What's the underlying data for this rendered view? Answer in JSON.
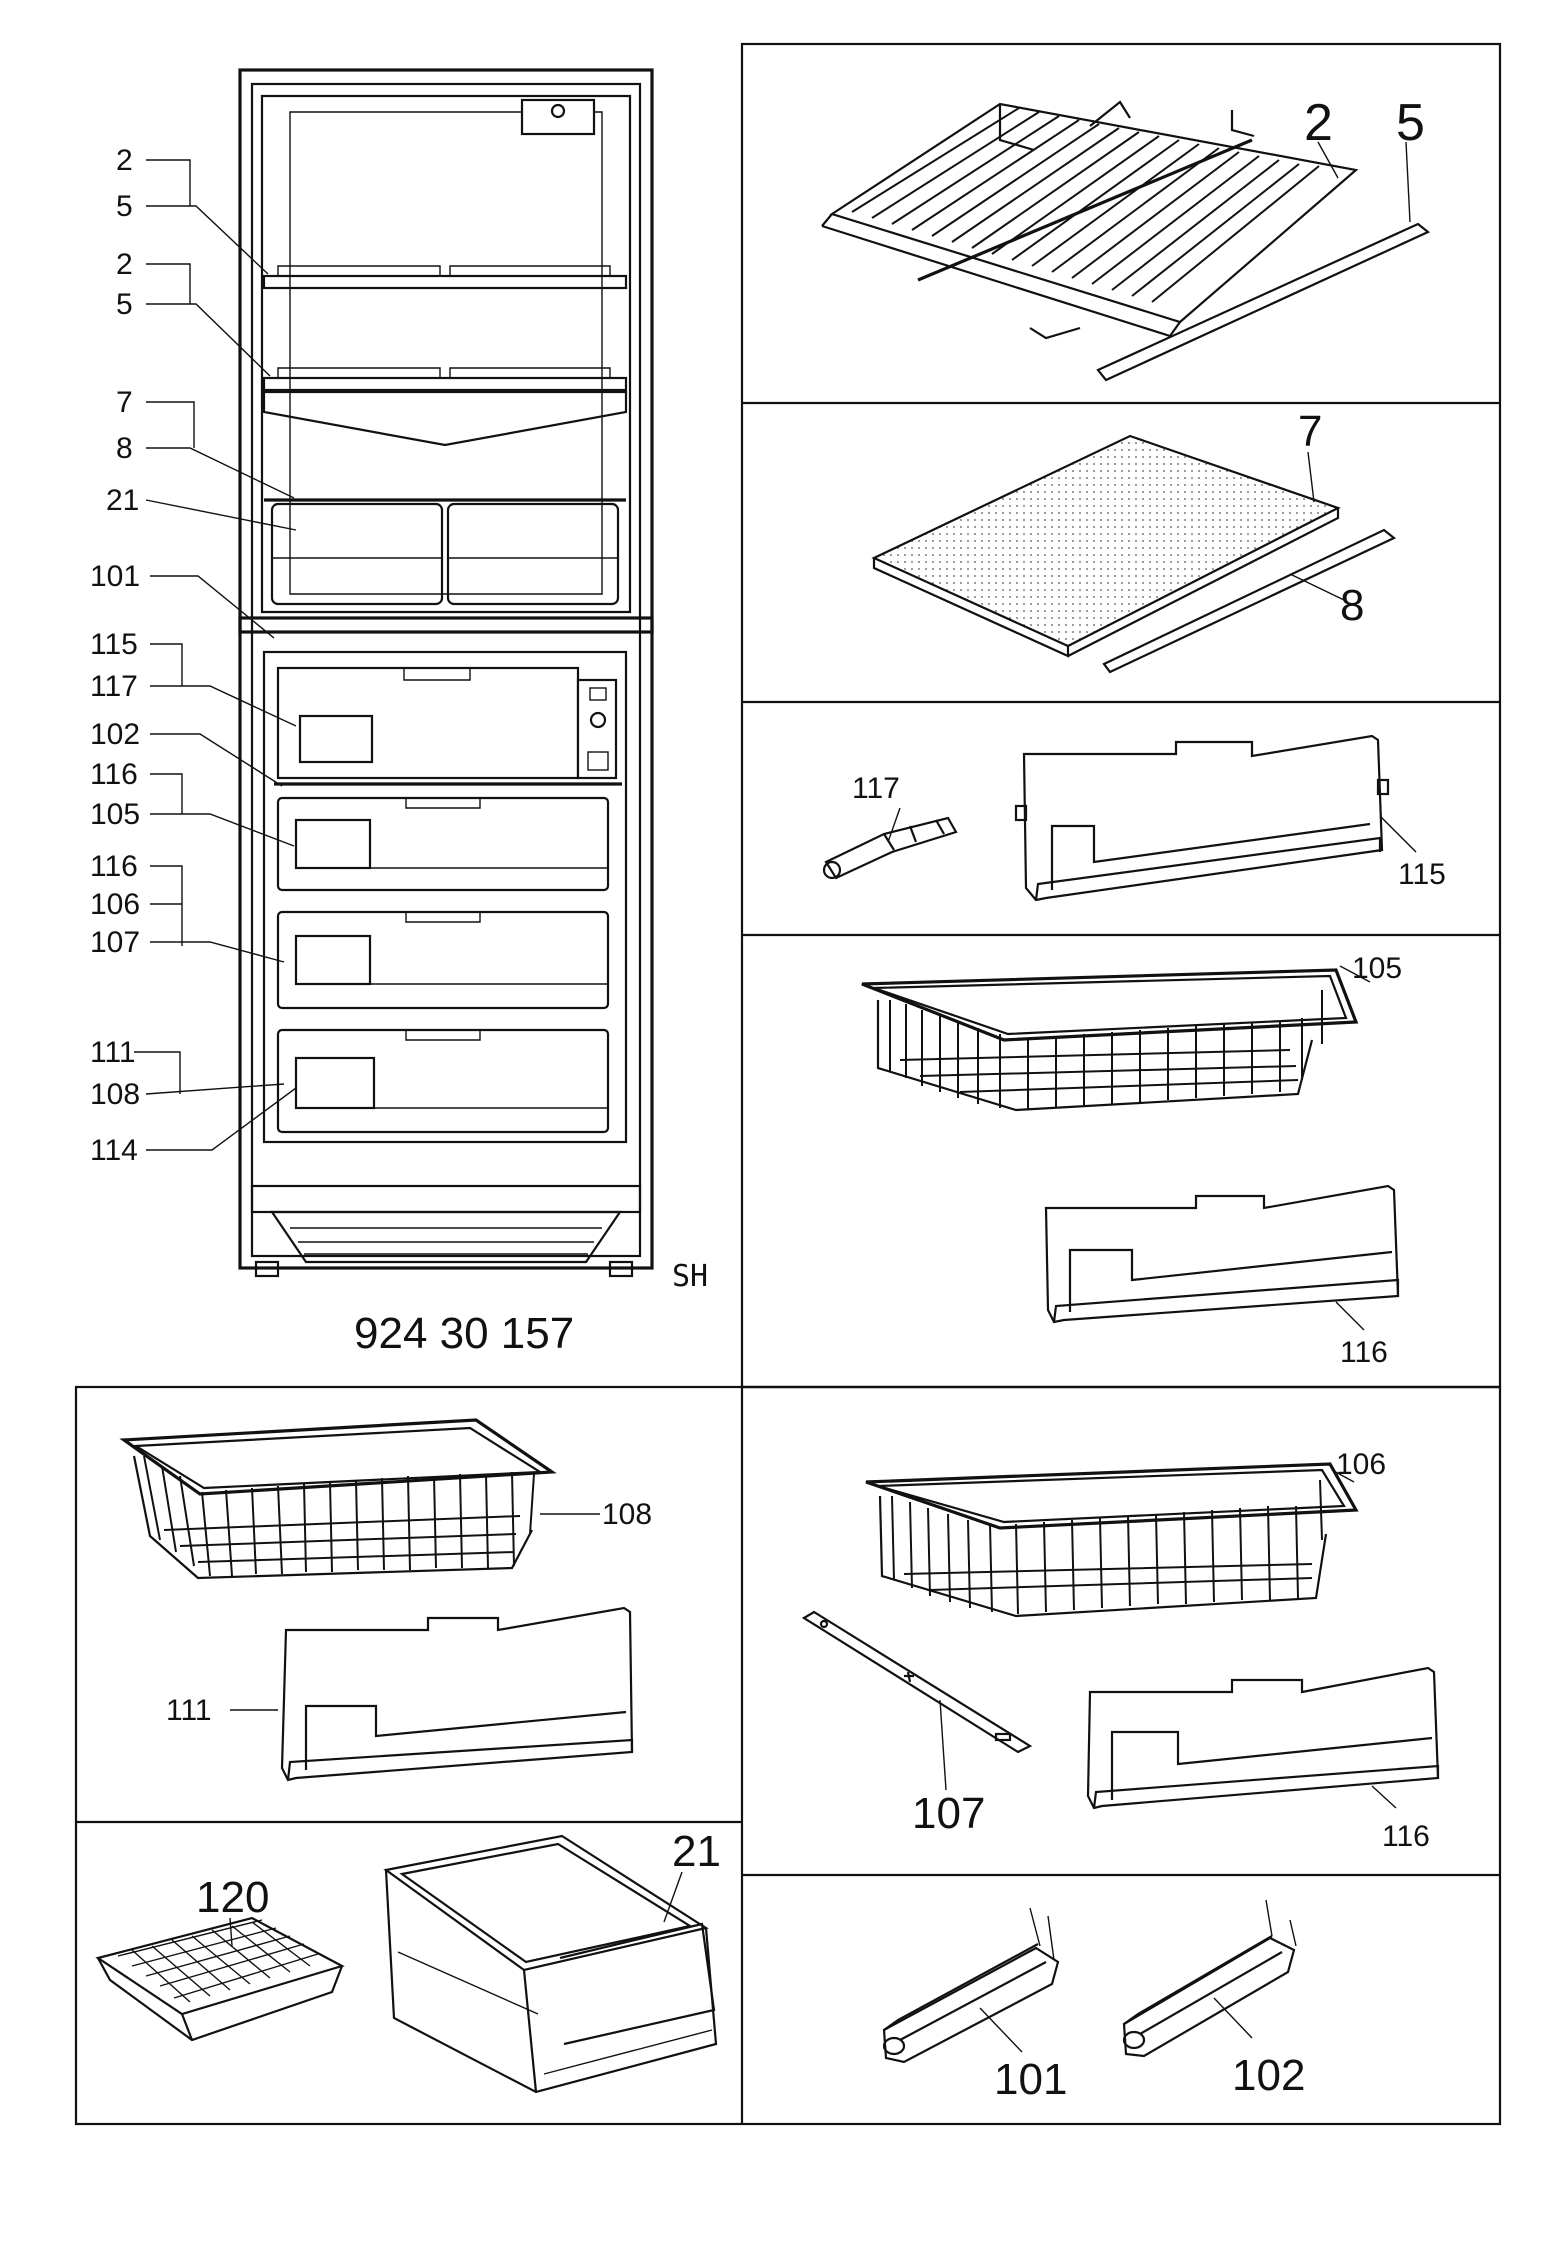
{
  "diagram": {
    "model_number": "924 30 157",
    "variant_code": "SH",
    "fridge_callouts": {
      "c_2a": "2",
      "c_5a": "5",
      "c_2b": "2",
      "c_5b": "5",
      "c_7": "7",
      "c_8": "8",
      "c_21": "21",
      "c_101": "101",
      "c_115": "115",
      "c_117": "117",
      "c_102": "102",
      "c_116a": "116",
      "c_105": "105",
      "c_116b": "116",
      "c_106": "106",
      "c_107": "107",
      "c_111": "111",
      "c_108": "108",
      "c_114": "114"
    },
    "panel_wire_shelf": {
      "label_2": "2",
      "label_5": "5"
    },
    "panel_glass_shelf": {
      "label_7": "7",
      "label_8": "8"
    },
    "panel_cover_hinge": {
      "label_117": "117",
      "label_115": "115"
    },
    "panel_basket_105": {
      "label_105": "105",
      "label_116": "116"
    },
    "panel_basket_108": {
      "label_108": "108",
      "label_111": "111"
    },
    "panel_basket_106": {
      "label_106": "106",
      "label_107": "107",
      "label_116": "116"
    },
    "panel_tray_box": {
      "label_120": "120",
      "label_21": "21"
    },
    "panel_rails": {
      "label_101": "101",
      "label_102": "102"
    },
    "colors": {
      "ink": "#111111",
      "paper": "#ffffff",
      "glass_tint": "#e9e9e9"
    }
  }
}
